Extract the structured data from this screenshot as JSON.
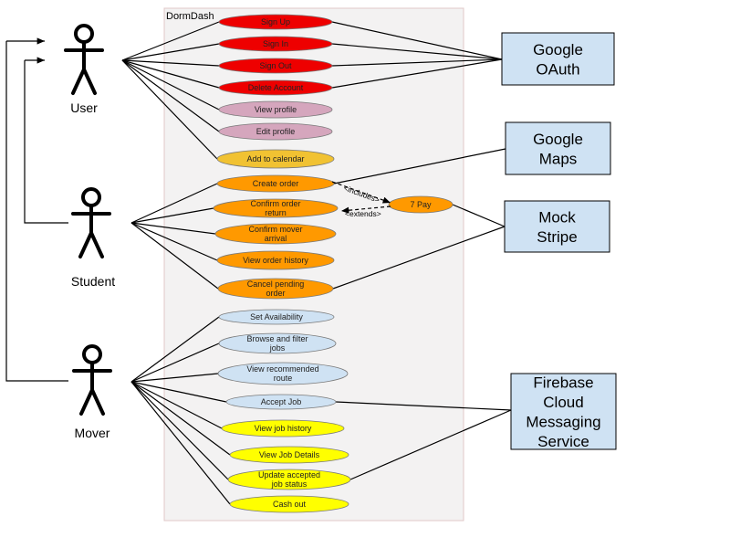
{
  "system": {
    "title": "DormDash"
  },
  "actors": [
    {
      "id": "user",
      "label": "User"
    },
    {
      "id": "student",
      "label": "Student"
    },
    {
      "id": "mover",
      "label": "Mover"
    }
  ],
  "use_cases": [
    {
      "id": "sign-up",
      "lines": [
        "Sign Up"
      ],
      "color": "#ee0000"
    },
    {
      "id": "sign-in",
      "lines": [
        "Sign In"
      ],
      "color": "#ee0000"
    },
    {
      "id": "sign-out",
      "lines": [
        "Sign Out"
      ],
      "color": "#ee0000"
    },
    {
      "id": "delete-account",
      "lines": [
        "Delete Account"
      ],
      "color": "#ee0000"
    },
    {
      "id": "view-profile",
      "lines": [
        "View profile"
      ],
      "color": "#d5a6bd"
    },
    {
      "id": "edit-profile",
      "lines": [
        "Edit profile"
      ],
      "color": "#d5a6bd"
    },
    {
      "id": "add-to-calendar",
      "lines": [
        "Add to calendar"
      ],
      "color": "#f1c232"
    },
    {
      "id": "create-order",
      "lines": [
        "Create order"
      ],
      "color": "#ff9900"
    },
    {
      "id": "confirm-order-return",
      "lines": [
        "Confirm order",
        "return"
      ],
      "color": "#ff9900"
    },
    {
      "id": "confirm-mover-arrival",
      "lines": [
        "Confirm mover",
        "arrival"
      ],
      "color": "#ff9900"
    },
    {
      "id": "view-order-history",
      "lines": [
        "View order history"
      ],
      "color": "#ff9900"
    },
    {
      "id": "cancel-pending-order",
      "lines": [
        "Cancel pending",
        "order"
      ],
      "color": "#ff9900"
    },
    {
      "id": "pay",
      "lines": [
        "7 Pay"
      ],
      "color": "#ff9900"
    },
    {
      "id": "set-availability",
      "lines": [
        "Set Availability"
      ],
      "color": "#cfe2f3"
    },
    {
      "id": "browse-filter-jobs",
      "lines": [
        "Browse and filter",
        "jobs"
      ],
      "color": "#cfe2f3"
    },
    {
      "id": "view-recommended-route",
      "lines": [
        "View recommended",
        "route"
      ],
      "color": "#cfe2f3"
    },
    {
      "id": "accept-job",
      "lines": [
        "Accept Job"
      ],
      "color": "#cfe2f3"
    },
    {
      "id": "view-job-history",
      "lines": [
        "View job history"
      ],
      "color": "#ffff00"
    },
    {
      "id": "view-job-details",
      "lines": [
        "View Job Details"
      ],
      "color": "#ffff00"
    },
    {
      "id": "update-accepted-job-status",
      "lines": [
        "Update accepted",
        "job status"
      ],
      "color": "#ffff00"
    },
    {
      "id": "cash-out",
      "lines": [
        "Cash out"
      ],
      "color": "#ffff00"
    }
  ],
  "relations": {
    "includes": "<includes>",
    "extends": "<extends>"
  },
  "services": [
    {
      "id": "google-oauth",
      "lines": [
        "Google",
        "OAuth"
      ]
    },
    {
      "id": "google-maps",
      "lines": [
        "Google",
        "Maps"
      ]
    },
    {
      "id": "mock-stripe",
      "lines": [
        "Mock",
        "Stripe"
      ]
    },
    {
      "id": "firebase-cloud-messaging",
      "lines": [
        "Firebase",
        "Cloud",
        "Messaging",
        "Service"
      ]
    }
  ]
}
